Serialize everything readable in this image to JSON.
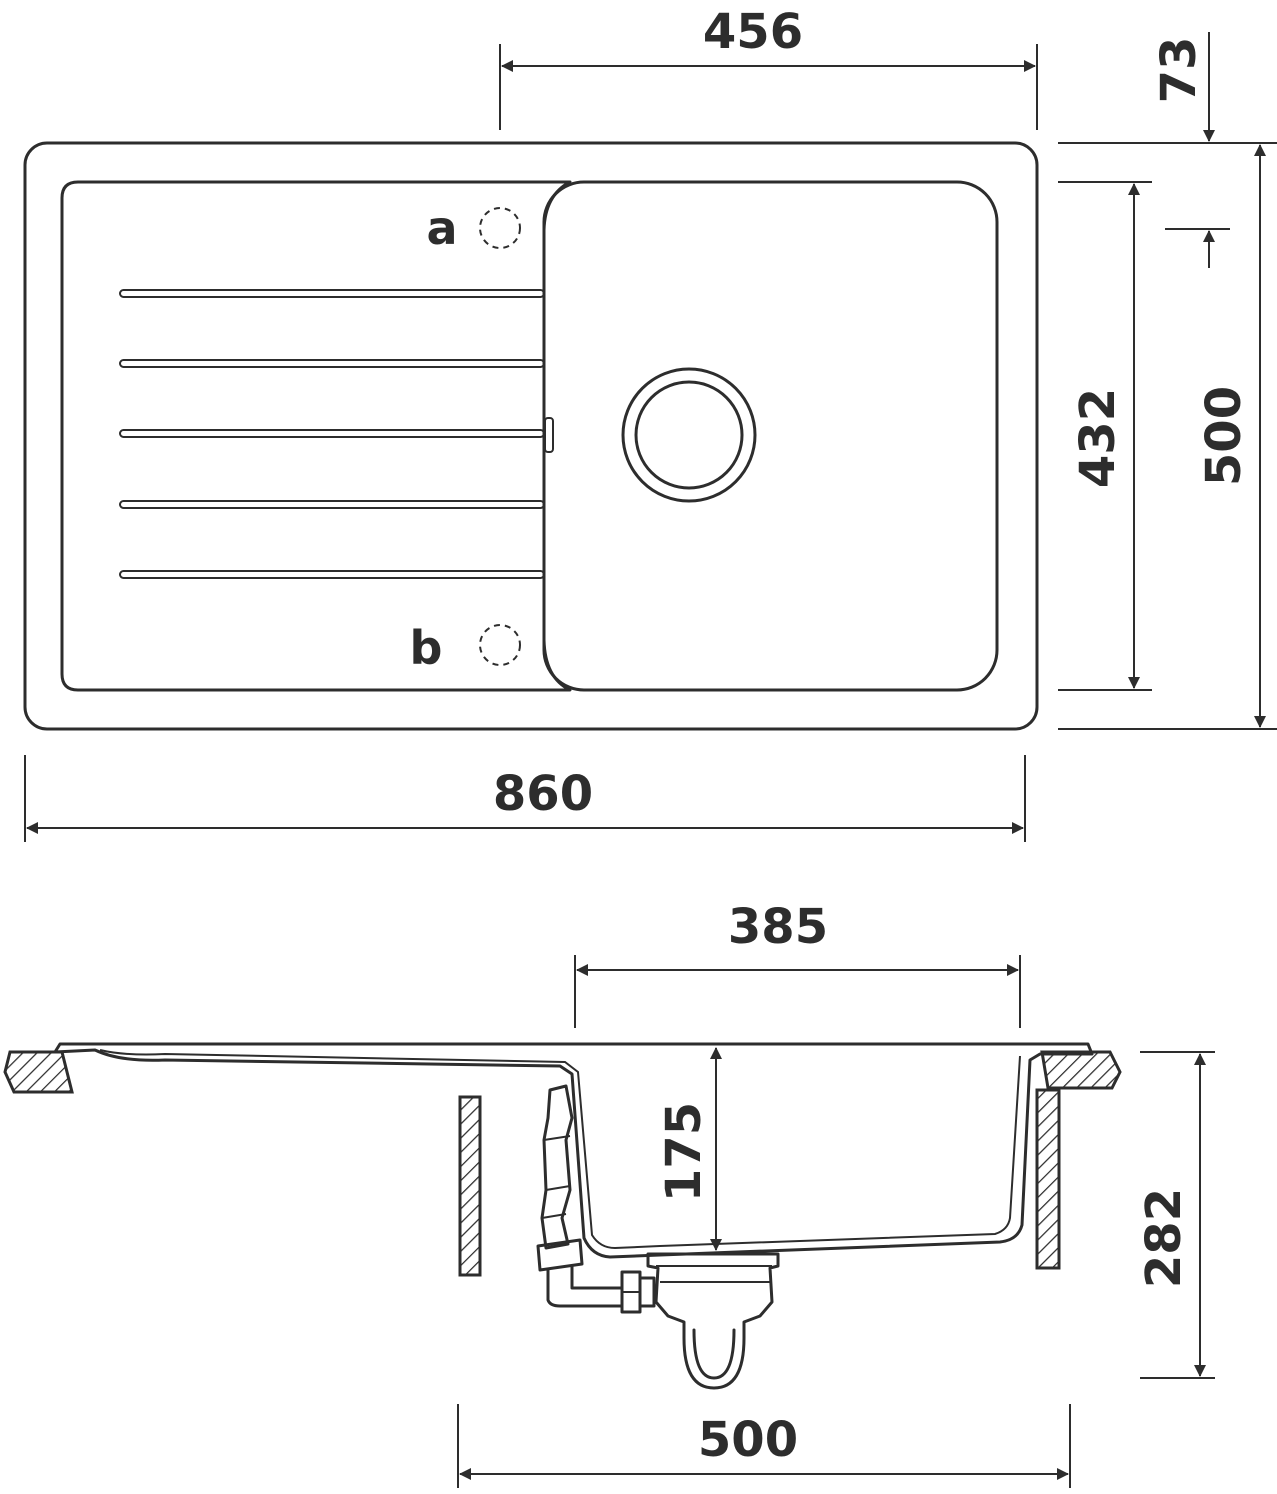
{
  "top_view": {
    "dimensions": {
      "bowl_width": "456",
      "edge_offset": "73",
      "bowl_length": "432",
      "total_depth": "500",
      "total_width": "860"
    },
    "tap_hole_labels": {
      "a": "a",
      "b": "b"
    }
  },
  "side_view": {
    "dimensions": {
      "bowl_inner_width": "385",
      "bowl_depth": "175",
      "total_height": "282",
      "cabinet_width": "500"
    }
  },
  "colors": {
    "line": "#2d2d2d",
    "background": "#ffffff"
  }
}
